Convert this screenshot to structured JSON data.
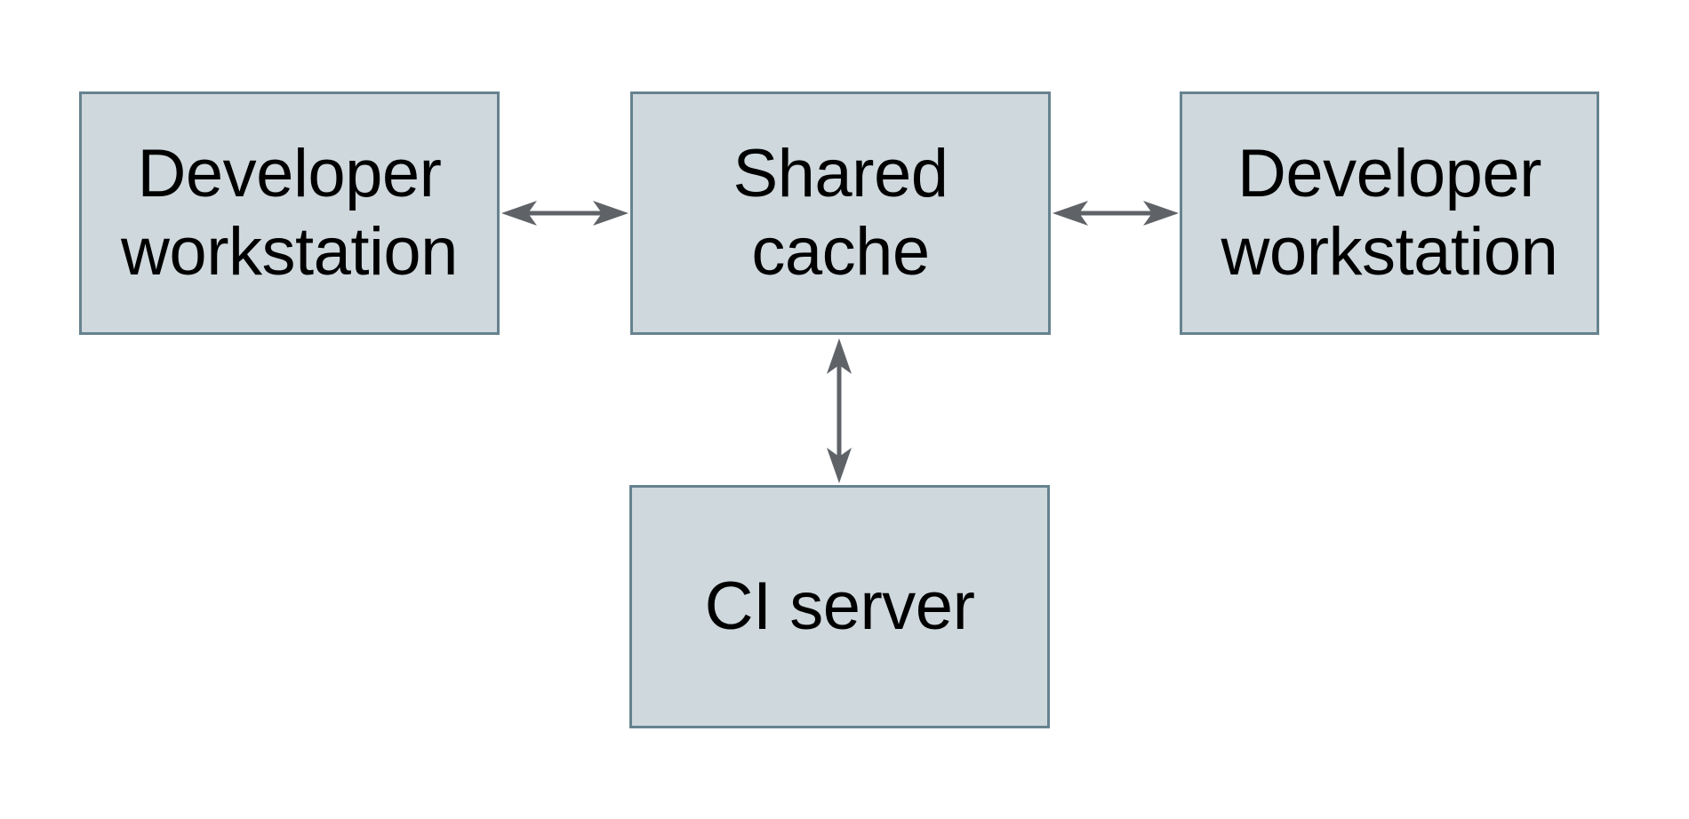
{
  "diagram": {
    "nodes": [
      {
        "id": "developer-workstation-left",
        "label": "Developer workstation"
      },
      {
        "id": "shared-cache",
        "label": "Shared cache"
      },
      {
        "id": "developer-workstation-right",
        "label": "Developer workstation"
      },
      {
        "id": "ci-server",
        "label": "CI server"
      }
    ],
    "edges": [
      {
        "from": "developer-workstation-left",
        "to": "shared-cache",
        "direction": "bidirectional"
      },
      {
        "from": "shared-cache",
        "to": "developer-workstation-right",
        "direction": "bidirectional"
      },
      {
        "from": "shared-cache",
        "to": "ci-server",
        "direction": "bidirectional"
      }
    ]
  },
  "colors": {
    "background": "#ffffff",
    "box-fill": "#cfd8dc",
    "box-border": "#66828f",
    "arrow": "#5f6368",
    "text": "#000000"
  }
}
